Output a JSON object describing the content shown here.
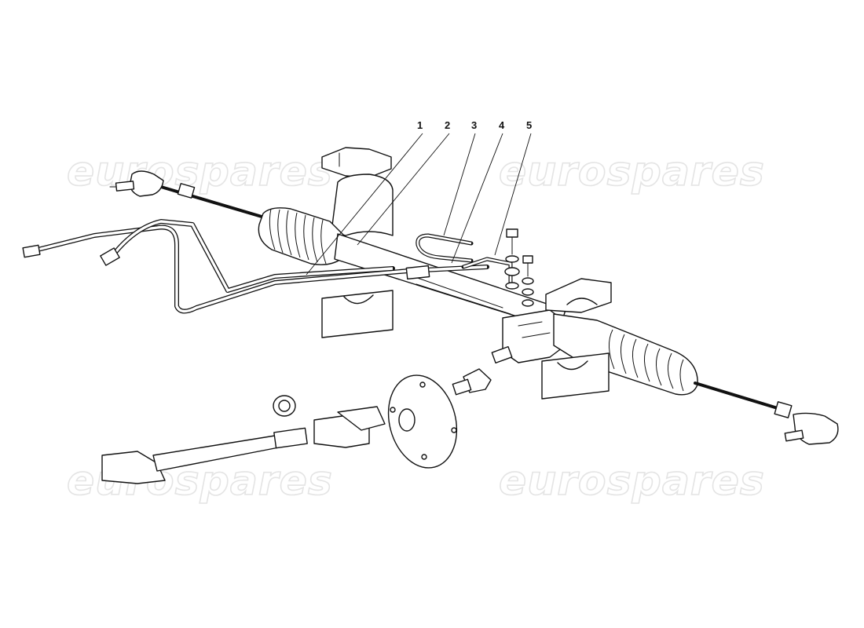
{
  "diagram": {
    "callouts": [
      "1",
      "2",
      "3",
      "4",
      "5"
    ],
    "watermark": "eurospares"
  }
}
